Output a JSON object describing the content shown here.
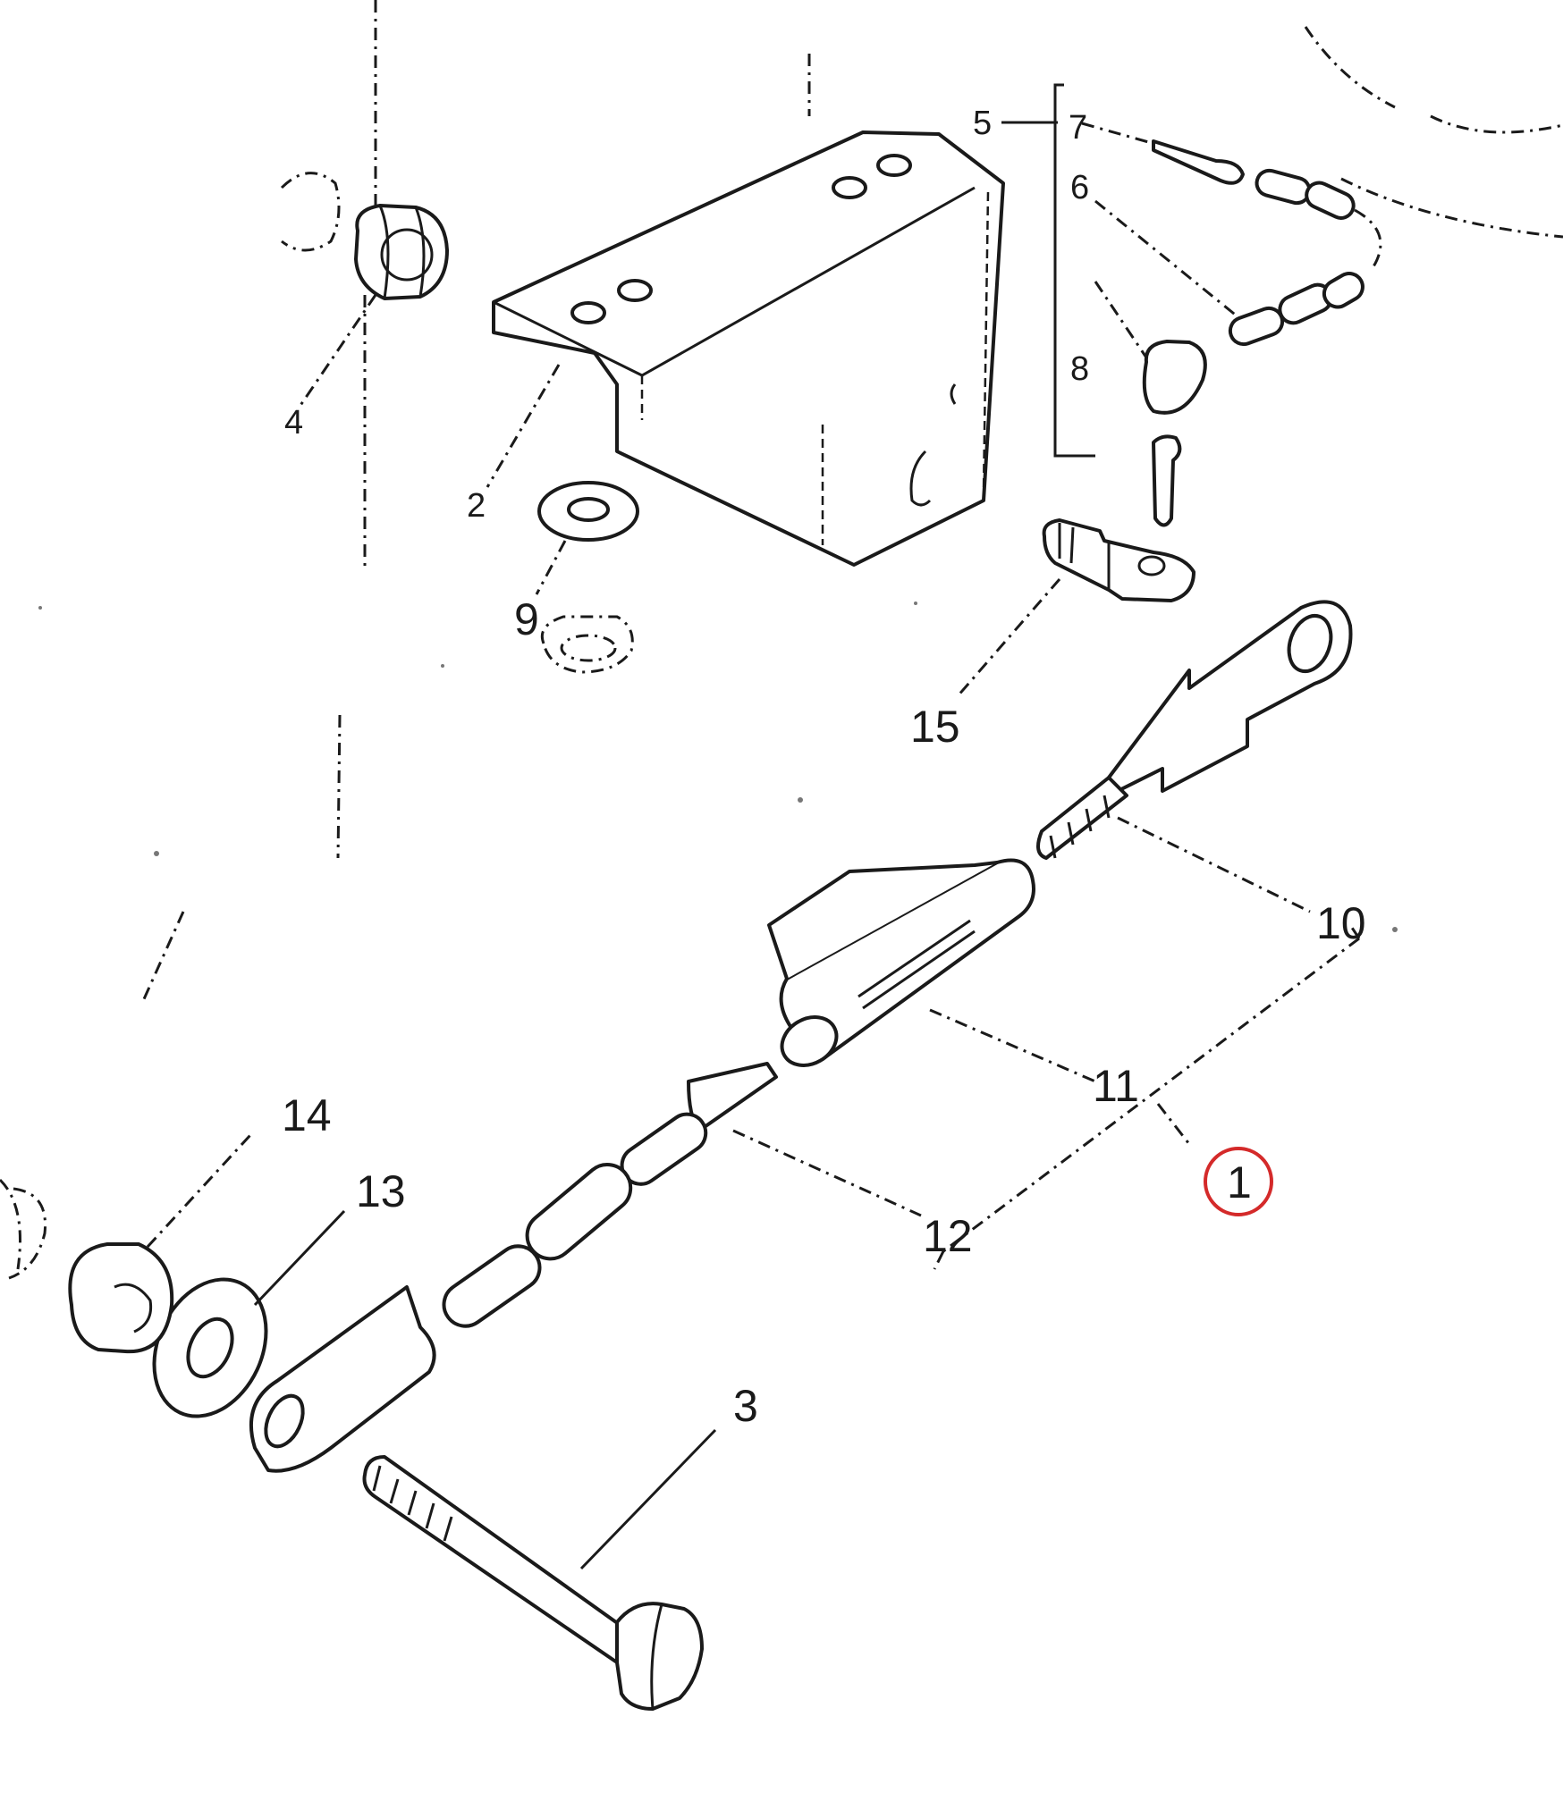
{
  "callouts": {
    "c1": "1",
    "c2": "2",
    "c3": "3",
    "c4": "4",
    "c5": "5",
    "c6": "6",
    "c7": "7",
    "c8": "8",
    "c9": "9",
    "c10": "10",
    "c11": "11",
    "c12": "12",
    "c13": "13",
    "c14": "14",
    "c15": "15"
  },
  "highlight": {
    "callout": "1",
    "color": "#d42a2a"
  },
  "colors": {
    "ink": "#1a1a1a",
    "paper": "#ffffff"
  }
}
